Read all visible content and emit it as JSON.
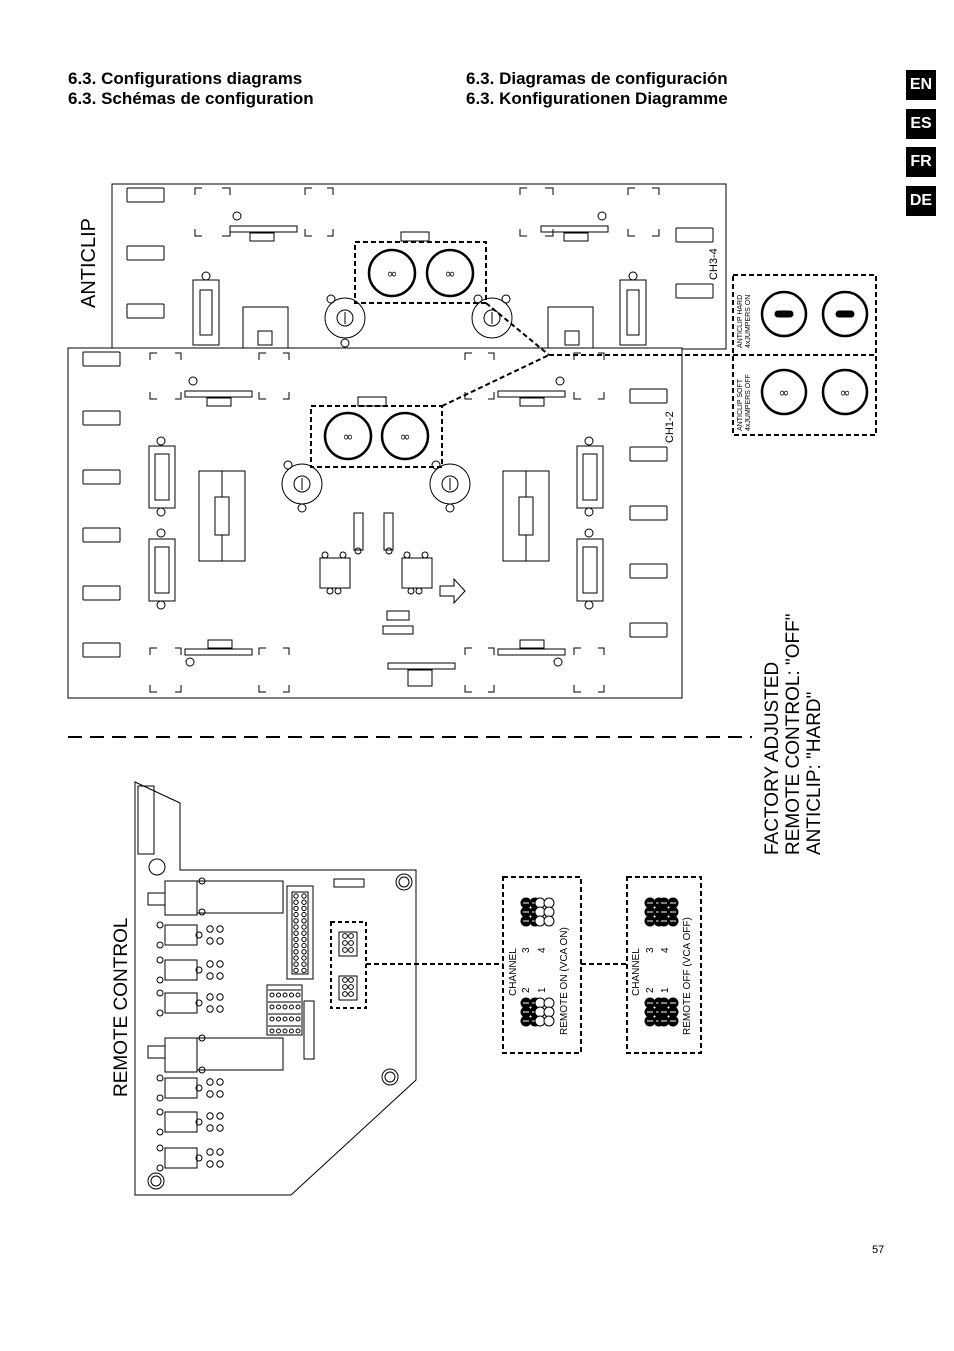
{
  "headings": {
    "left": [
      "6.3. Configurations diagrams",
      "6.3. Schémas de configuration"
    ],
    "right": [
      "6.3. Diagramas de configuración",
      "6.3. Konfigurationen Diagramme"
    ]
  },
  "languages": [
    "EN",
    "ES",
    "FR",
    "DE"
  ],
  "anticlip": {
    "section_label": "ANTICLIP",
    "board_back_label": "CH3-4",
    "board_front_label": "CH1-2",
    "hard_label": "ANTICLIP HARD",
    "hard_sub": "4xJUMPERS ON",
    "soft_label": "ANTICLIP SOFT",
    "soft_sub": "4xJUMPERS OFF"
  },
  "factory": {
    "line1": "FACTORY ADJUSTED",
    "line2": "REMOTE CONTROL: \"OFF\"",
    "line3": "ANTICLIP: \"HARD\""
  },
  "remote": {
    "section_label": "REMOTE CONTROL",
    "on": {
      "channel": "CHANNEL",
      "n2": "2",
      "n1": "1",
      "n3": "3",
      "n4": "4",
      "caption": "REMOTE ON (VCA ON)"
    },
    "off": {
      "channel": "CHANNEL",
      "n2": "2",
      "n1": "1",
      "n3": "3",
      "n4": "4",
      "caption": "REMOTE OFF (VCA OFF)"
    }
  },
  "page_number": "57"
}
